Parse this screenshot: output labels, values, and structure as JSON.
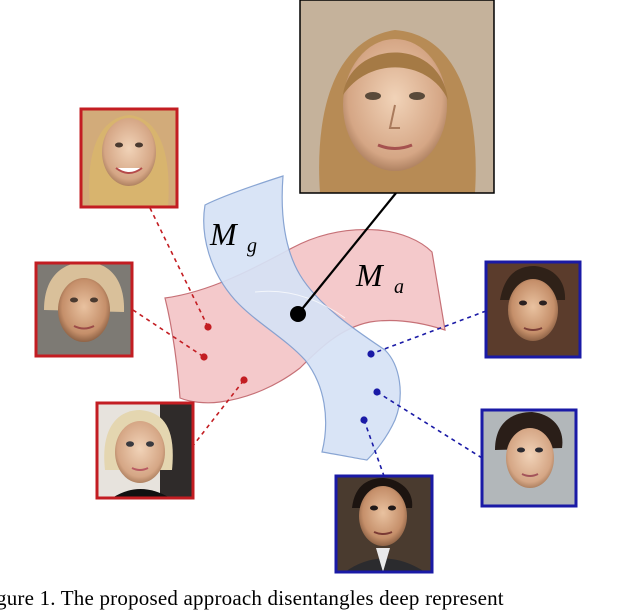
{
  "figure": {
    "manifold_g": {
      "label_main": "M",
      "label_sub": "g",
      "fill": "#d6e2f6",
      "stroke": "#7f9ed0"
    },
    "manifold_a": {
      "label_main": "M",
      "label_sub": "a",
      "fill": "#f4c7c9",
      "stroke": "#c46a70"
    },
    "red_color": "#c31d22",
    "blue_color": "#1a1aa6",
    "photos_red": 3,
    "photos_blue": 3
  },
  "caption": {
    "text": "gure 1. The proposed approach disentangles deep represent"
  }
}
